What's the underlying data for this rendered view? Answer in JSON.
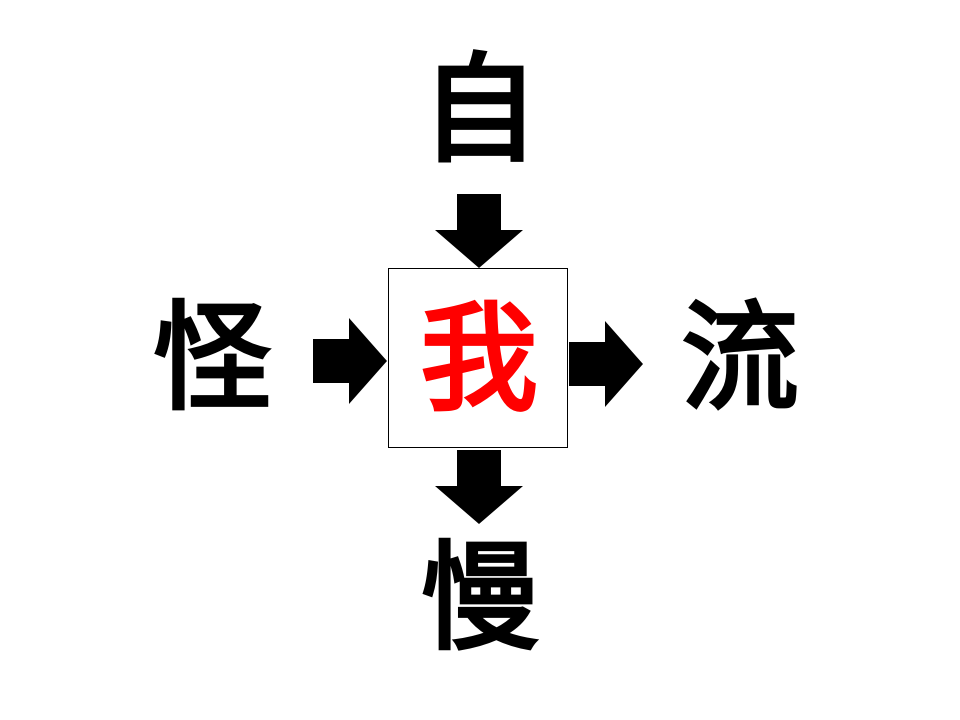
{
  "puzzle": {
    "top": "自",
    "left": "怪",
    "right": "流",
    "bottom": "慢",
    "center": "我"
  },
  "colors": {
    "text": "#000000",
    "answer": "#ff0000",
    "arrow": "#000000",
    "box_border": "#000000",
    "background": "#ffffff"
  },
  "icons": {
    "arrow_from_top": "arrow-down-icon",
    "arrow_from_left": "arrow-right-icon",
    "arrow_to_right": "arrow-right-icon",
    "arrow_to_bottom": "arrow-down-icon"
  }
}
